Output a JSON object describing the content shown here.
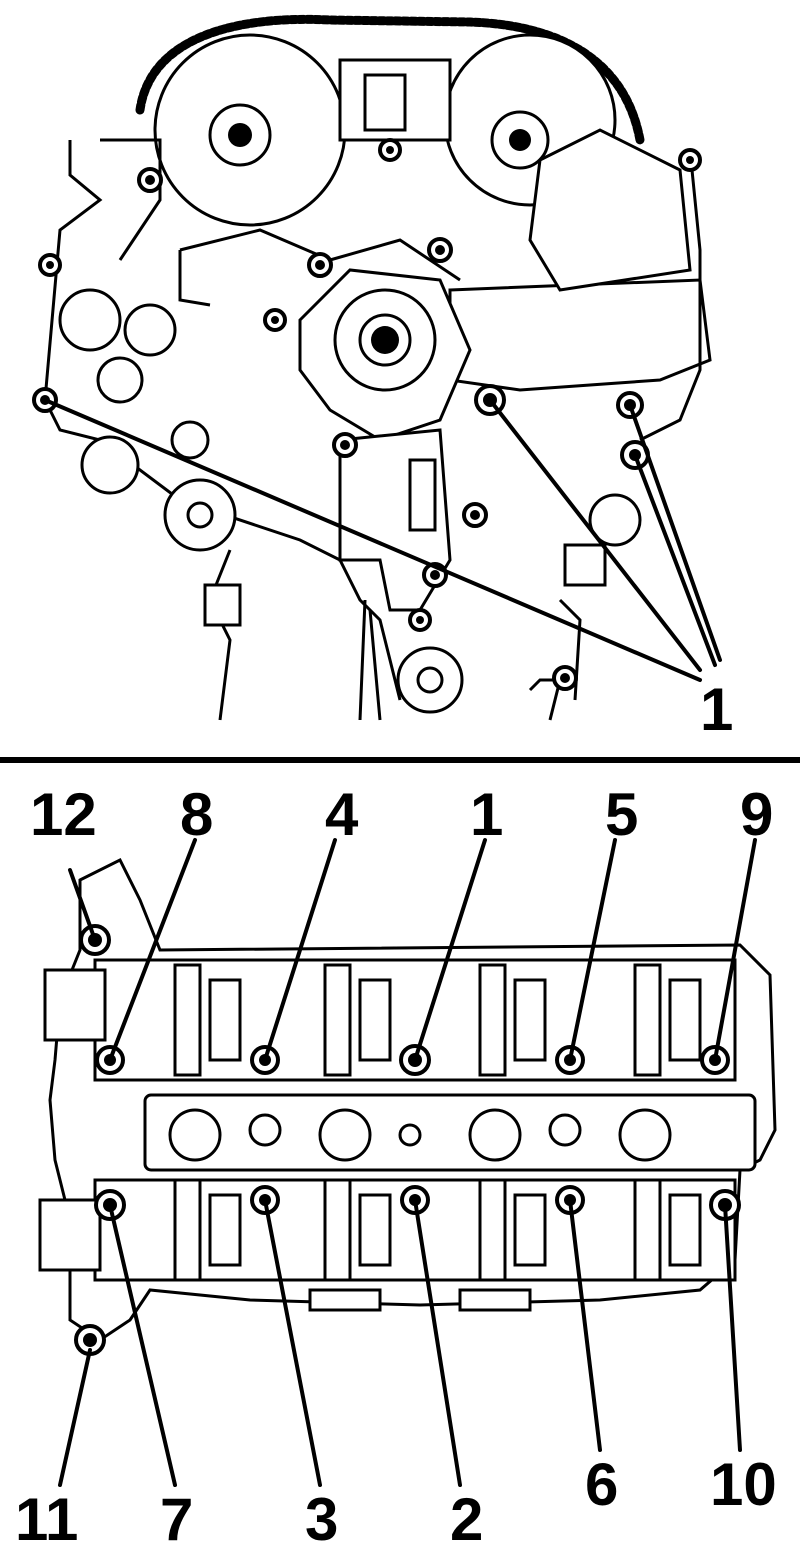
{
  "top_view": {
    "callouts": [
      {
        "id": "top-1",
        "text": "1"
      }
    ]
  },
  "bottom_view": {
    "callouts": [
      {
        "id": "b-12",
        "text": "12"
      },
      {
        "id": "b-8",
        "text": "8"
      },
      {
        "id": "b-4",
        "text": "4"
      },
      {
        "id": "b-1",
        "text": "1"
      },
      {
        "id": "b-5",
        "text": "5"
      },
      {
        "id": "b-9",
        "text": "9"
      },
      {
        "id": "b-11",
        "text": "11"
      },
      {
        "id": "b-7",
        "text": "7"
      },
      {
        "id": "b-3",
        "text": "3"
      },
      {
        "id": "b-2",
        "text": "2"
      },
      {
        "id": "b-6",
        "text": "6"
      },
      {
        "id": "b-10",
        "text": "10"
      }
    ]
  }
}
